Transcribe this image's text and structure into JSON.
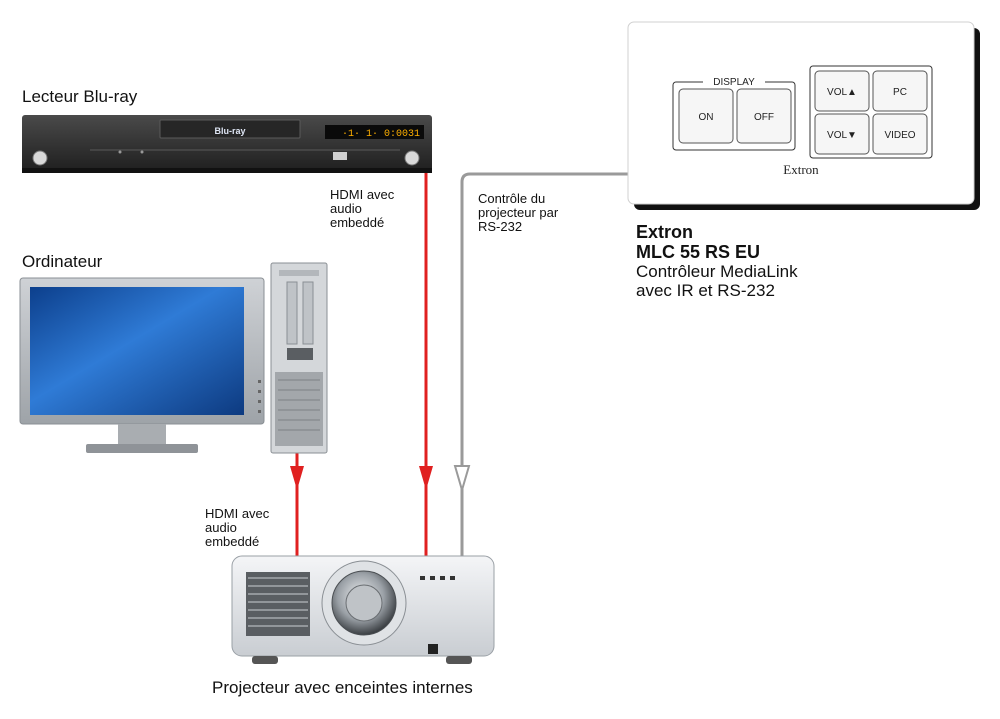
{
  "devices": {
    "bluray": {
      "label": "Lecteur Blu-ray",
      "display": "·1· 1· 0:0031"
    },
    "computer": {
      "label": "Ordinateur"
    },
    "projector": {
      "label": "Projecteur avec enceintes internes"
    },
    "controller": {
      "brand": "Extron",
      "model": "MLC 55 RS EU",
      "desc_line1": "Contrôleur MediaLink",
      "desc_line2": "avec IR et RS-232",
      "panel_logo": "Extron",
      "display_group": "DISPLAY",
      "buttons": {
        "on": "ON",
        "off": "OFF",
        "vol_up": "VOL▲",
        "pc": "PC",
        "vol_down": "VOL▼",
        "video": "VIDEO"
      }
    }
  },
  "connections": {
    "bluray_hdmi": {
      "line1": "HDMI avec",
      "line2": "audio",
      "line3": "embeddé",
      "color": "#e02020"
    },
    "pc_hdmi": {
      "line1": "HDMI avec",
      "line2": "audio",
      "line3": "embeddé",
      "color": "#e02020"
    },
    "rs232": {
      "line1": "Contrôle du",
      "line2": "projecteur par",
      "line3": "RS-232",
      "color": "#9a9a9a"
    }
  },
  "icons": [
    "blu-ray-logo",
    "power-icon",
    "play-icon",
    "arrow-down-icon"
  ],
  "colors": {
    "hdmi": "#e02020",
    "rs232": "#9a9a9a",
    "screen": "#1d5fb8",
    "player": "#2e2e2e"
  }
}
